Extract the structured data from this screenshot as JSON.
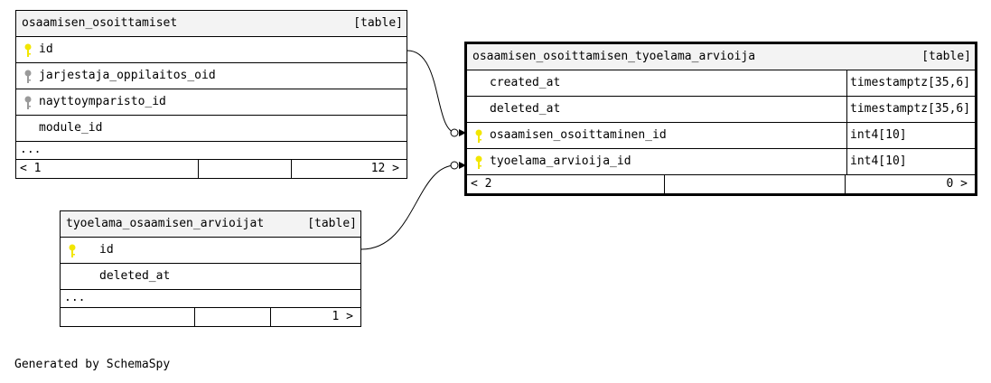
{
  "tables": [
    {
      "name": "osaamisen_osoittamiset",
      "kind": "[table]",
      "rows": [
        {
          "name": "id",
          "key": "primary"
        },
        {
          "name": "jarjestaja_oppilaitos_oid",
          "key": "foreign"
        },
        {
          "name": "nayttoymparisto_id",
          "key": "foreign"
        },
        {
          "name": "module_id",
          "key": "none"
        }
      ],
      "ellipsis": "...",
      "footer_left": "< 1",
      "footer_right": "12 >"
    },
    {
      "name": "osaamisen_osoittamisen_tyoelama_arvioija",
      "kind": "[table]",
      "rows": [
        {
          "name": "created_at",
          "type": "timestamptz[35,6]",
          "key": "none"
        },
        {
          "name": "deleted_at",
          "type": "timestamptz[35,6]",
          "key": "none"
        },
        {
          "name": "osaamisen_osoittaminen_id",
          "type": "int4[10]",
          "key": "primary"
        },
        {
          "name": "tyoelama_arvioija_id",
          "type": "int4[10]",
          "key": "primary"
        }
      ],
      "footer_left": "< 2",
      "footer_right": "0 >"
    },
    {
      "name": "tyoelama_osaamisen_arvioijat",
      "kind": "[table]",
      "rows": [
        {
          "name": "id",
          "key": "primary"
        },
        {
          "name": "deleted_at",
          "key": "none"
        }
      ],
      "ellipsis": "...",
      "footer_left": "",
      "footer_right": "1 >"
    }
  ],
  "colors": {
    "primary_key": "#f2e600",
    "foreign_key": "#9a9a9a",
    "header_bg": "#f3f3f3"
  },
  "caption": "Generated by SchemaSpy"
}
